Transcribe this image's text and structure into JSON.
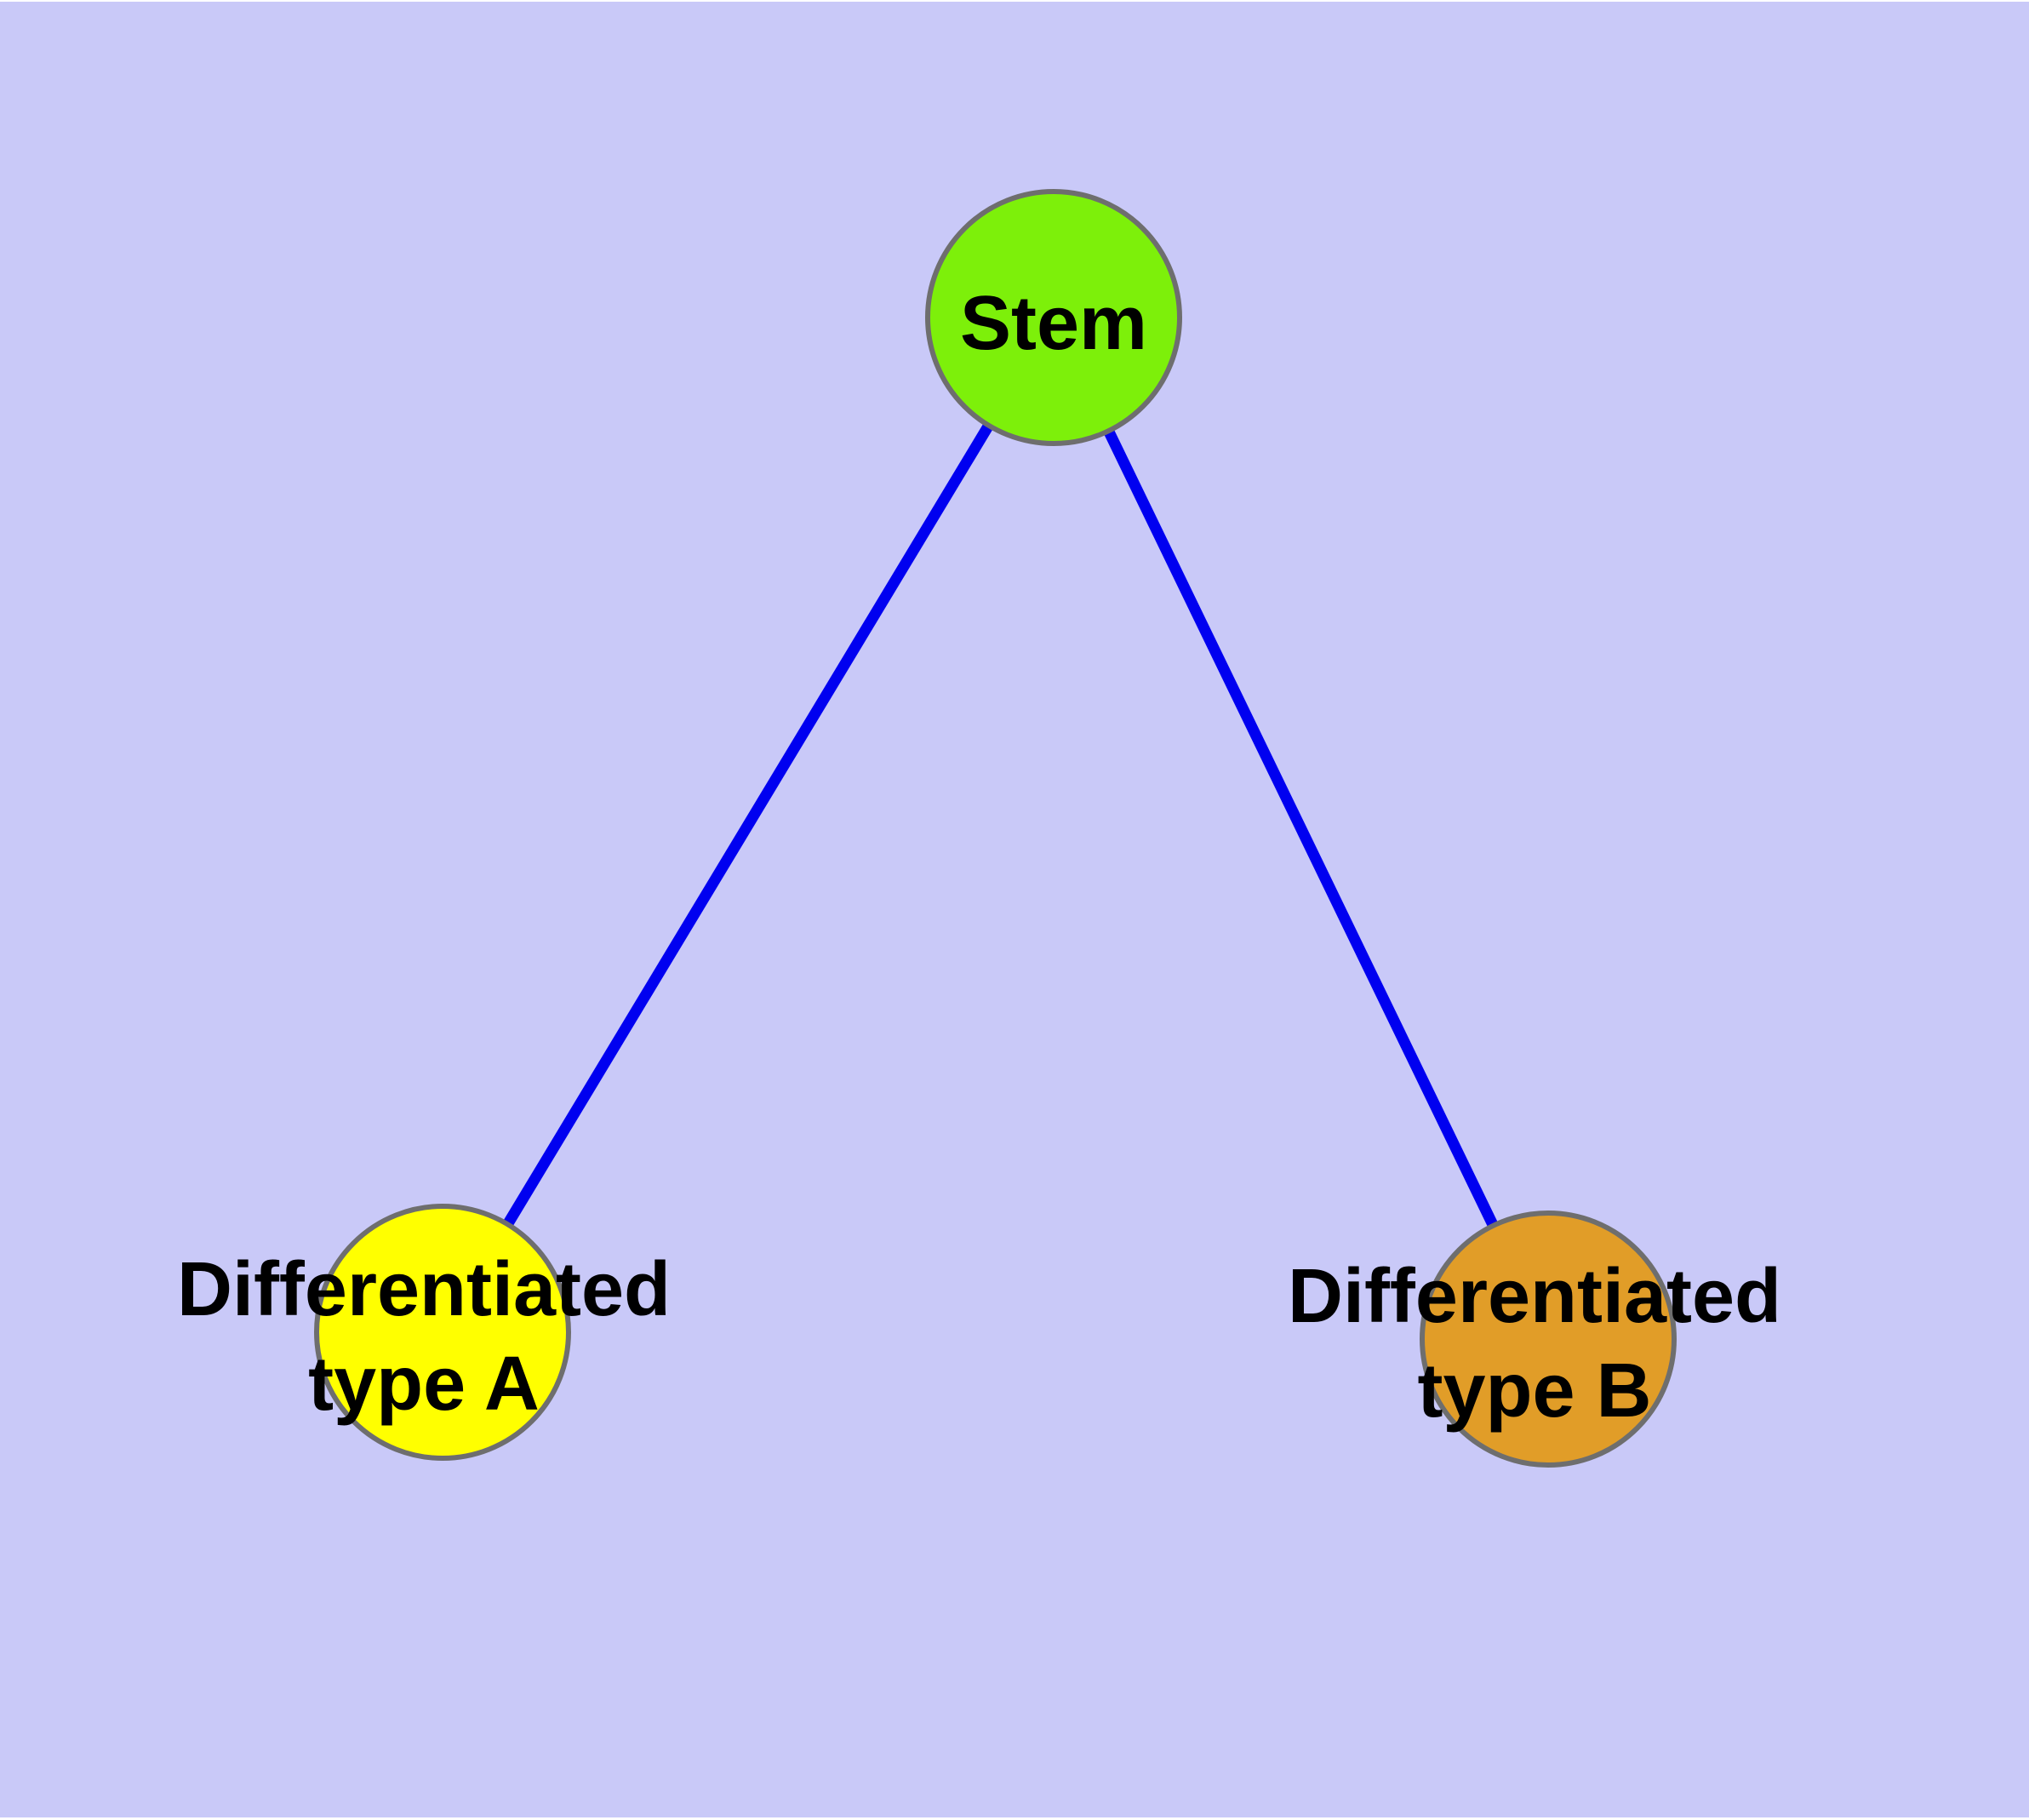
{
  "diagram": {
    "description": "Stem cell differentiation graph: one stem node with edges to two differentiated cell type nodes",
    "background_color": "#C9C9F8",
    "page_margin_color": "#FFFFFF",
    "edge_color": "#0000F0",
    "node_border_color": "#6E6E6E",
    "label_color": "#000000",
    "nodes": {
      "stem": {
        "label": "Stem",
        "fill_color": "#7DF00A"
      },
      "type_a": {
        "label_line1": "Differentiated",
        "label_line2": "type A",
        "fill_color": "#FFFF00"
      },
      "type_b": {
        "label_line1": "Differentiated",
        "label_line2": "type B",
        "fill_color": "#E19D28"
      }
    },
    "edges": [
      {
        "from": "Stem",
        "to": "Differentiated type A"
      },
      {
        "from": "Stem",
        "to": "Differentiated type B"
      }
    ]
  }
}
